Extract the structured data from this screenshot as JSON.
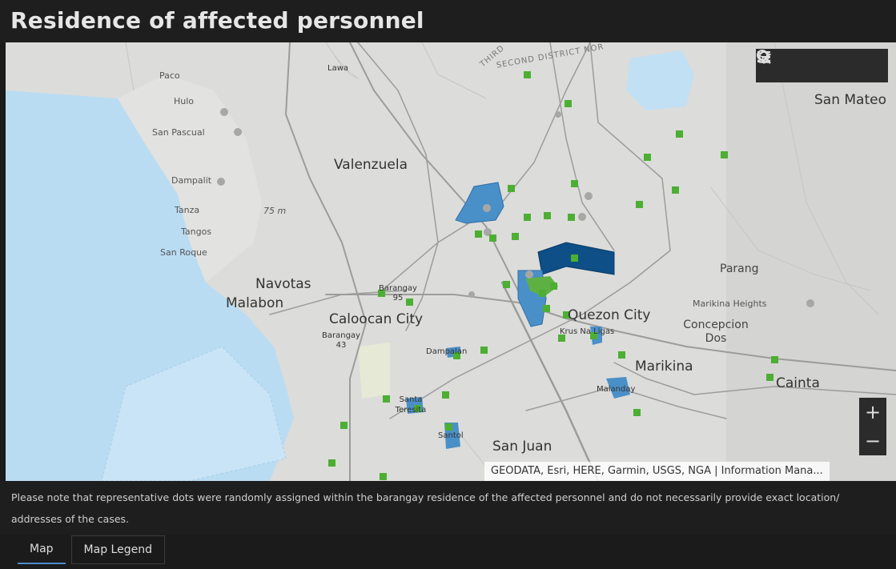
{
  "header": {
    "title": "Residence of affected personnel"
  },
  "map": {
    "place_labels": {
      "paco": "Paco",
      "hulo": "Hulo",
      "san_pascual": "San Pascual",
      "dampalit": "Dampalit",
      "tanza": "Tanza",
      "tangos": "Tangos",
      "san_roque": "San Roque",
      "navotas": "Navotas",
      "malabon": "Malabon",
      "valenzuela": "Valenzuela",
      "caloocan_city": "Caloocan City",
      "barangay_43": "Barangay 43",
      "barangay_95": "Barangay 95",
      "dampalan": "Dampalan",
      "santa_teresita": "Santa Teresita",
      "santol": "Santol",
      "san_juan": "San Juan",
      "quezon_city": "Quezon City",
      "krus_na_ligas": "Krus Na Ligas",
      "marikina": "Marikina",
      "malanday": "Malanday",
      "cainta": "Cainta",
      "parang": "Parang",
      "marikina_heights": "Marikina Heights",
      "concepcion_dos": "Concepcion Dos",
      "san_mateo": "San Mateo",
      "lawa": "Lawa",
      "second_district": "SECOND DISTRICT NOR",
      "elevation": "75 m",
      "third": "THIRD"
    },
    "attribution": "GEODATA, Esri, HERE, Garmin, USGS, NGA | Information Mana...",
    "colors": {
      "dot": "#4caf33",
      "poly_light": "#4a90c8",
      "poly_dark": "#0d4f86",
      "poly_green": "#5fb043",
      "water": "#b9dcf3"
    }
  },
  "toolbar": {
    "search": "search-icon",
    "home": "home-icon",
    "legend": "legend-icon",
    "layers": "layers-icon"
  },
  "zoom": {
    "in": "+",
    "out": "−"
  },
  "note": "Please note that representative dots were randomly assigned within the barangay residence  of the affected personnel and do not necessarily provide exact location/ addresses of the cases.",
  "tabs": {
    "map": "Map",
    "legend": "Map Legend"
  }
}
